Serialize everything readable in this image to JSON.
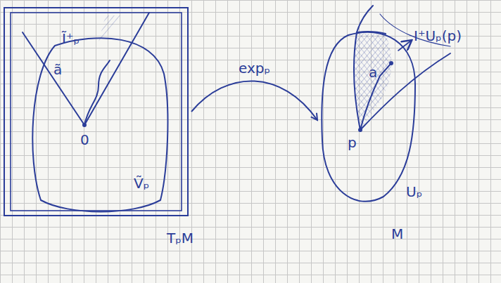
{
  "diagram": {
    "nodes": [
      {
        "text": [
          "TₚM"
        ]
      },
      {
        "text": [
          "Ṽₚ"
        ],
        "in": 0
      },
      {
        "text": [
          "Uₚ"
        ]
      }
    ],
    "edges": [
      {
        "from": 0,
        "to": 2,
        "label": "expₚ",
        "arrow": "to"
      }
    ],
    "labels": [
      "Ĩ⁺ₚ",
      "ã",
      "0",
      "p",
      "a",
      "I⁺Uₚ(p)",
      "M"
    ]
  }
}
